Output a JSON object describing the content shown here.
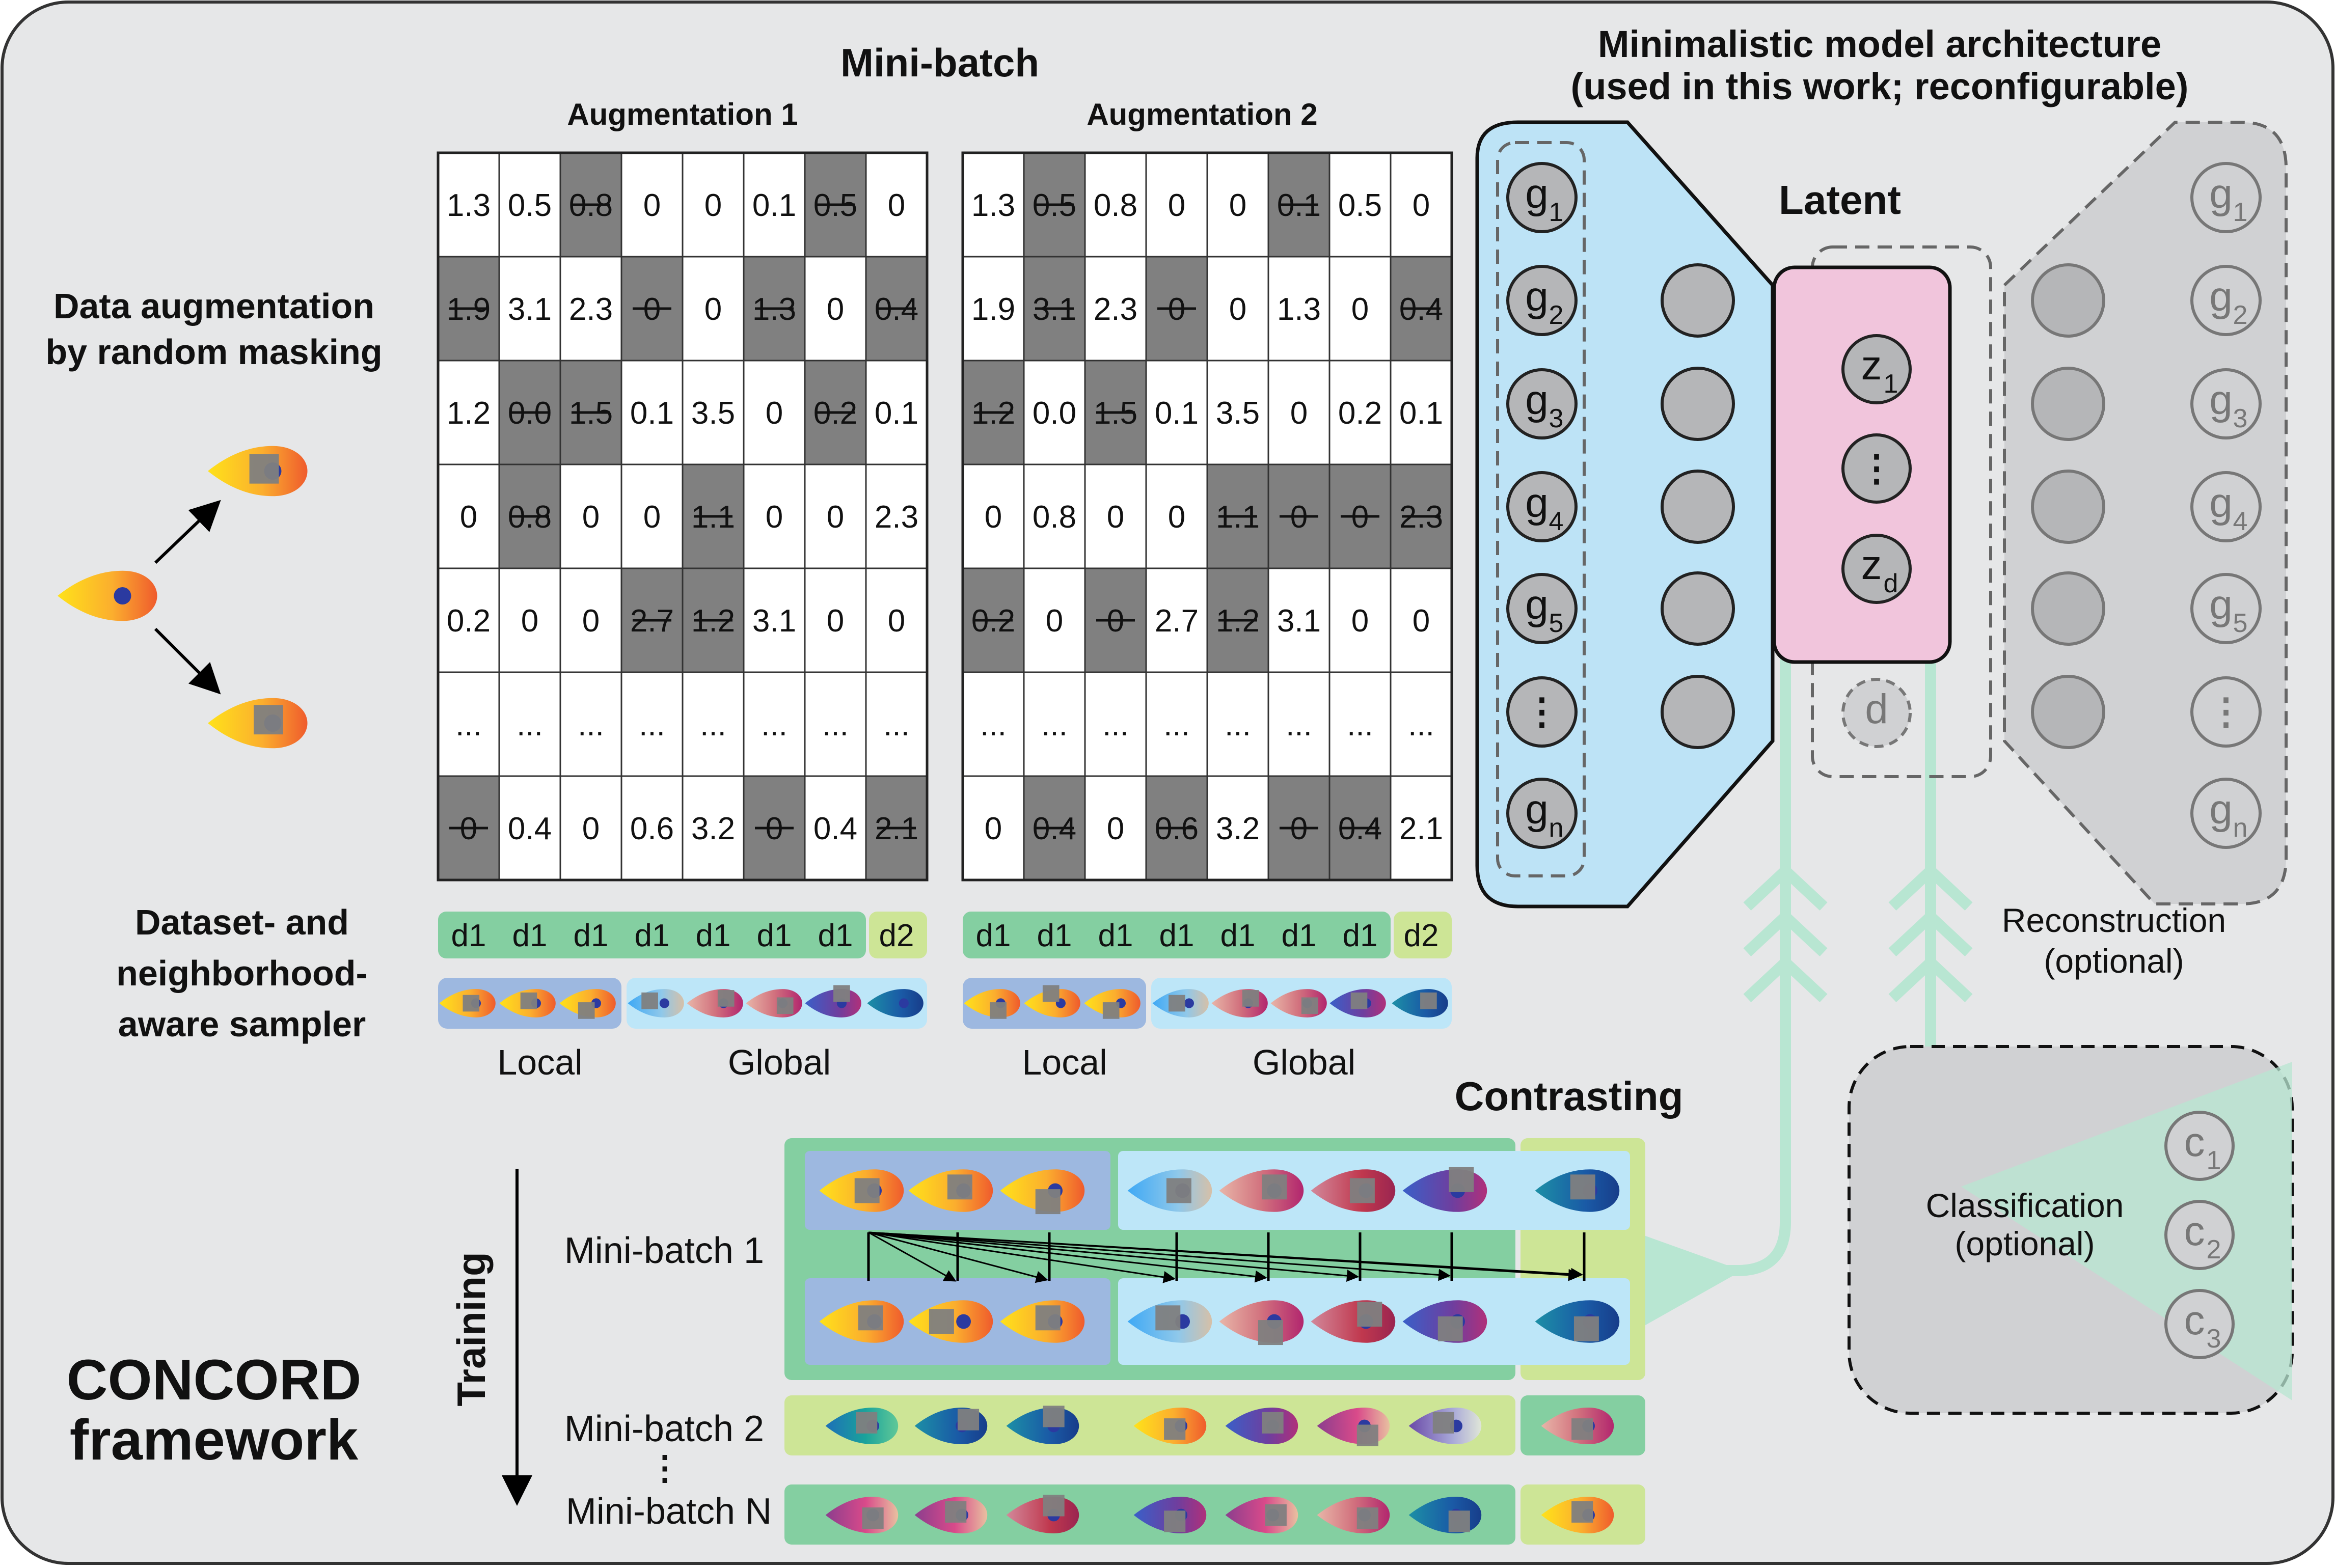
{
  "colors": {
    "panel_bg": "#e6e7e8",
    "cell_masked": "#808080",
    "encoder_fill": "#bde3f6",
    "latent_fill": "#f1c5dc",
    "grey_region": "#d0d1d3",
    "node_fill": "#b5b6b8",
    "teal": "#b8e6d2",
    "domain_green": "#84cfa1",
    "domain_lime": "#cde596",
    "local_blue": "#9db8e0",
    "global_blue": "#bde6f8",
    "batch_outer_green": "#84cfa1",
    "batch_lime": "#cde596"
  },
  "titles": {
    "minibatch": "Mini-batch",
    "aug1": "Augmentation 1",
    "aug2": "Augmentation 2",
    "arch_line1": "Minimalistic model architecture",
    "arch_line2": "(used in this work; reconfigurable)",
    "latent": "Latent",
    "data_aug_line1": "Data augmentation",
    "data_aug_line2": "by random masking",
    "sampler_line1": "Dataset- and",
    "sampler_line2": "neighborhood-",
    "sampler_line3": "aware sampler",
    "local": "Local",
    "global": "Global",
    "contrasting": "Contrasting",
    "reconstruction_line1": "Reconstruction",
    "reconstruction_line2": "(optional)",
    "classification_line1": "Classification",
    "classification_line2": "(optional)",
    "training": "Training",
    "concord_line1": "CONCORD",
    "concord_line2": "framework",
    "minibatch1": "Mini-batch 1",
    "minibatch2": "Mini-batch 2",
    "minibatch_dots": "⋮",
    "minibatchN": "Mini-batch N"
  },
  "matrix1": [
    [
      [
        "1.3",
        0
      ],
      [
        "0.5",
        0
      ],
      [
        "0.8",
        1
      ],
      [
        "0",
        0
      ],
      [
        "0",
        0
      ],
      [
        "0.1",
        0
      ],
      [
        "0.5",
        1
      ],
      [
        "0",
        0
      ]
    ],
    [
      [
        "1.9",
        1
      ],
      [
        "3.1",
        0
      ],
      [
        "2.3",
        0
      ],
      [
        "0",
        1
      ],
      [
        "0",
        0
      ],
      [
        "1.3",
        1
      ],
      [
        "0",
        0
      ],
      [
        "0.4",
        1
      ]
    ],
    [
      [
        "1.2",
        0
      ],
      [
        "0.0",
        1
      ],
      [
        "1.5",
        1
      ],
      [
        "0.1",
        0
      ],
      [
        "3.5",
        0
      ],
      [
        "0",
        0
      ],
      [
        "0.2",
        1
      ],
      [
        "0.1",
        0
      ]
    ],
    [
      [
        "0",
        0
      ],
      [
        "0.8",
        1
      ],
      [
        "0",
        0
      ],
      [
        "0",
        0
      ],
      [
        "1.1",
        1
      ],
      [
        "0",
        0
      ],
      [
        "0",
        0
      ],
      [
        "2.3",
        0
      ]
    ],
    [
      [
        "0.2",
        0
      ],
      [
        "0",
        0
      ],
      [
        "0",
        0
      ],
      [
        "2.7",
        1
      ],
      [
        "1.2",
        1
      ],
      [
        "3.1",
        0
      ],
      [
        "0",
        0
      ],
      [
        "0",
        0
      ]
    ],
    [
      [
        "...",
        0
      ],
      [
        "...",
        0
      ],
      [
        "...",
        0
      ],
      [
        "...",
        0
      ],
      [
        "...",
        0
      ],
      [
        "...",
        0
      ],
      [
        "...",
        0
      ],
      [
        "...",
        0
      ]
    ],
    [
      [
        "0",
        1
      ],
      [
        "0.4",
        0
      ],
      [
        "0",
        0
      ],
      [
        "0.6",
        0
      ],
      [
        "3.2",
        0
      ],
      [
        "0",
        1
      ],
      [
        "0.4",
        0
      ],
      [
        "2.1",
        1
      ]
    ]
  ],
  "matrix2": [
    [
      [
        "1.3",
        0
      ],
      [
        "0.5",
        1
      ],
      [
        "0.8",
        0
      ],
      [
        "0",
        0
      ],
      [
        "0",
        0
      ],
      [
        "0.1",
        1
      ],
      [
        "0.5",
        0
      ],
      [
        "0",
        0
      ]
    ],
    [
      [
        "1.9",
        0
      ],
      [
        "3.1",
        1
      ],
      [
        "2.3",
        0
      ],
      [
        "0",
        1
      ],
      [
        "0",
        0
      ],
      [
        "1.3",
        0
      ],
      [
        "0",
        0
      ],
      [
        "0.4",
        1
      ]
    ],
    [
      [
        "1.2",
        1
      ],
      [
        "0.0",
        0
      ],
      [
        "1.5",
        1
      ],
      [
        "0.1",
        0
      ],
      [
        "3.5",
        0
      ],
      [
        "0",
        0
      ],
      [
        "0.2",
        0
      ],
      [
        "0.1",
        0
      ]
    ],
    [
      [
        "0",
        0
      ],
      [
        "0.8",
        0
      ],
      [
        "0",
        0
      ],
      [
        "0",
        0
      ],
      [
        "1.1",
        1
      ],
      [
        "0",
        1
      ],
      [
        "0",
        1
      ],
      [
        "2.3",
        1
      ]
    ],
    [
      [
        "0.2",
        1
      ],
      [
        "0",
        0
      ],
      [
        "0",
        1
      ],
      [
        "2.7",
        0
      ],
      [
        "1.2",
        1
      ],
      [
        "3.1",
        0
      ],
      [
        "0",
        0
      ],
      [
        "0",
        0
      ]
    ],
    [
      [
        "...",
        0
      ],
      [
        "...",
        0
      ],
      [
        "...",
        0
      ],
      [
        "...",
        0
      ],
      [
        "...",
        0
      ],
      [
        "...",
        0
      ],
      [
        "...",
        0
      ],
      [
        "...",
        0
      ]
    ],
    [
      [
        "0",
        0
      ],
      [
        "0.4",
        1
      ],
      [
        "0",
        0
      ],
      [
        "0.6",
        1
      ],
      [
        "3.2",
        0
      ],
      [
        "0",
        1
      ],
      [
        "0.4",
        1
      ],
      [
        "2.1",
        0
      ]
    ]
  ],
  "domains1": [
    "d1",
    "d1",
    "d1",
    "d1",
    "d1",
    "d1",
    "d1",
    "d2"
  ],
  "domains2": [
    "d1",
    "d1",
    "d1",
    "d1",
    "d1",
    "d1",
    "d1",
    "d2"
  ],
  "input_nodes": [
    {
      "base": "g",
      "sub": "1"
    },
    {
      "base": "g",
      "sub": "2"
    },
    {
      "base": "g",
      "sub": "3"
    },
    {
      "base": "g",
      "sub": "4"
    },
    {
      "base": "g",
      "sub": "5"
    },
    {
      "base": "⋮",
      "sub": ""
    },
    {
      "base": "g",
      "sub": "n"
    }
  ],
  "latent_nodes": [
    {
      "base": "z",
      "sub": "1"
    },
    {
      "base": "⋮",
      "sub": ""
    },
    {
      "base": "z",
      "sub": "d"
    }
  ],
  "latent_extra": "d",
  "output_nodes": [
    {
      "base": "g",
      "sub": "1"
    },
    {
      "base": "g",
      "sub": "2"
    },
    {
      "base": "g",
      "sub": "3"
    },
    {
      "base": "g",
      "sub": "4"
    },
    {
      "base": "g",
      "sub": "5"
    },
    {
      "base": "⋮",
      "sub": ""
    },
    {
      "base": "g",
      "sub": "n"
    }
  ],
  "class_nodes": [
    {
      "base": "c",
      "sub": "1"
    },
    {
      "base": "c",
      "sub": "2"
    },
    {
      "base": "c",
      "sub": "3"
    }
  ]
}
